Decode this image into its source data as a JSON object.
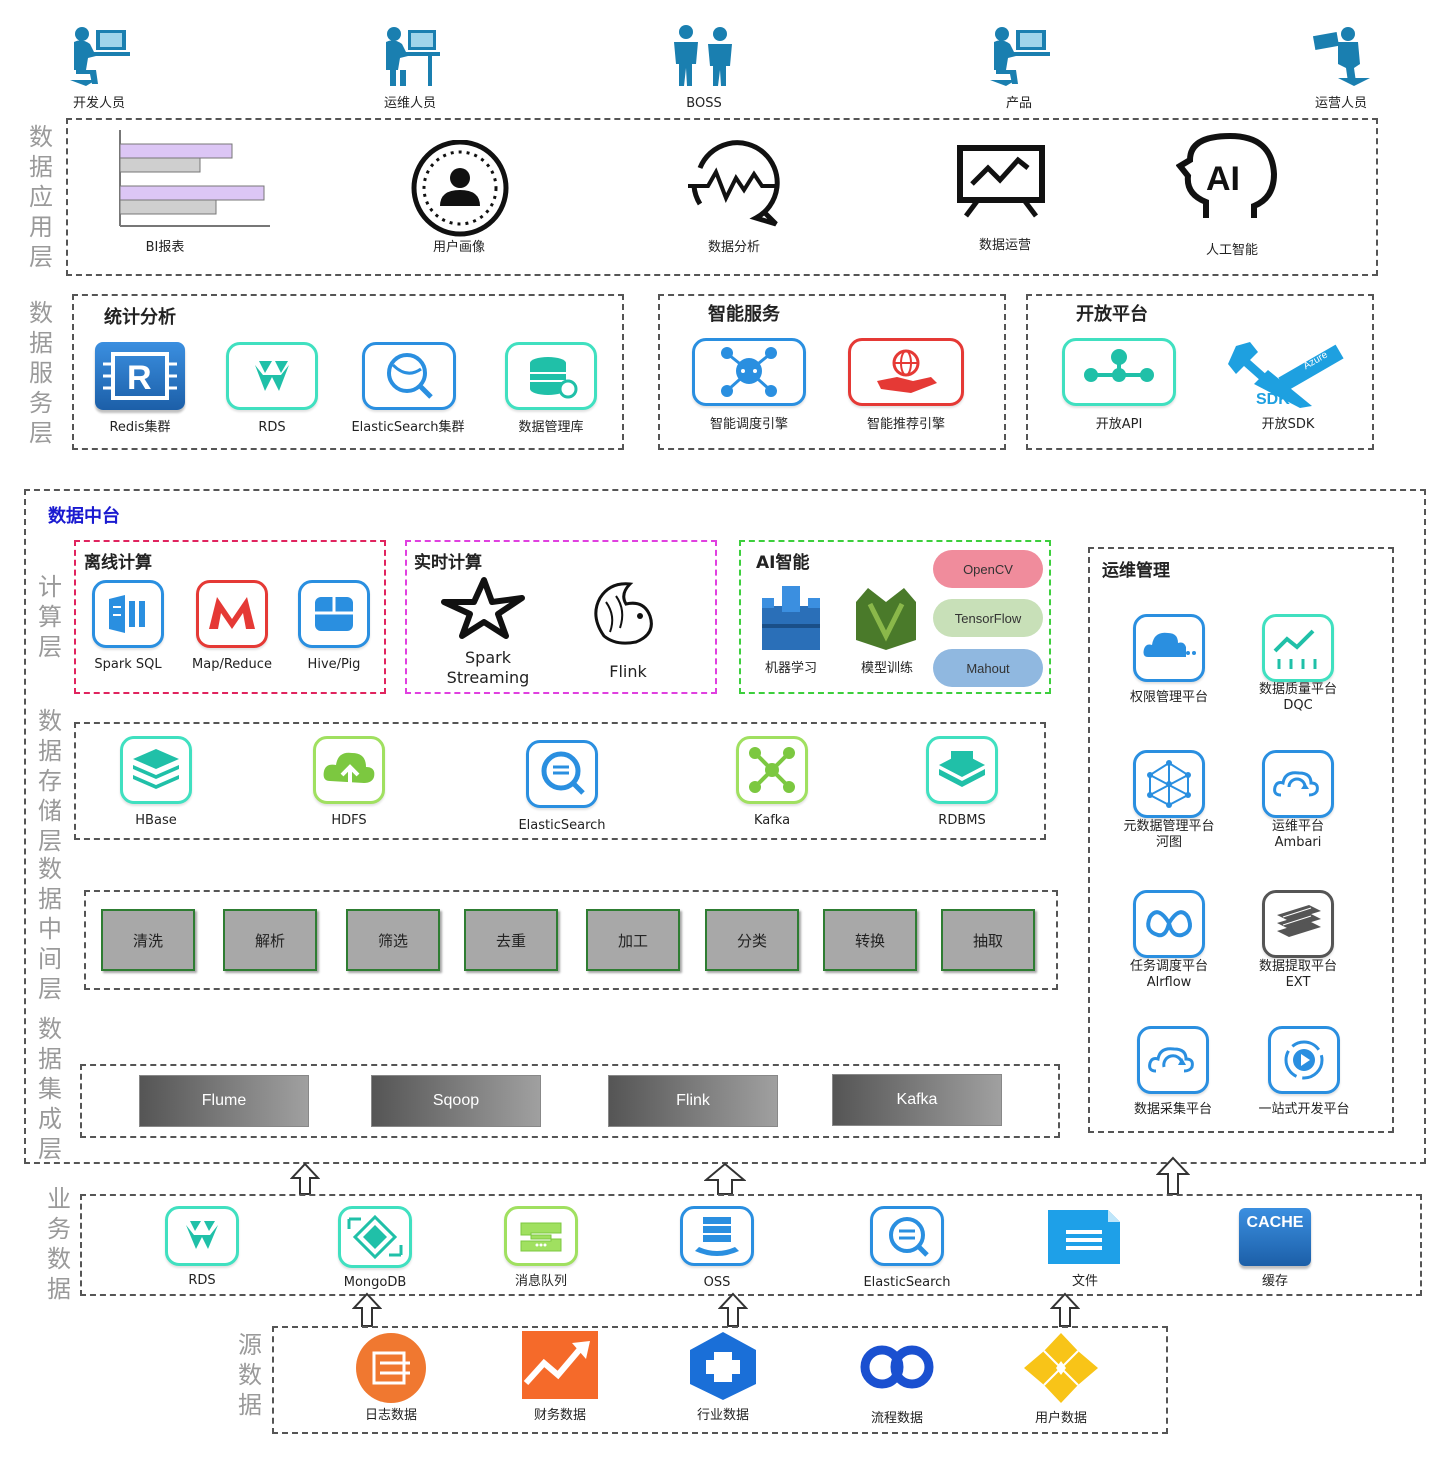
{
  "personas": [
    "开发人员",
    "运维人员",
    "BOSS",
    "产品",
    "运营人员"
  ],
  "layers": {
    "app": "数据应用层",
    "service": "数据服务层",
    "compute": "计算层",
    "storage": "数据存储层",
    "middle": "数据中间层",
    "integration": "数据集成层",
    "business": "业务数据",
    "source": "源数据"
  },
  "app_items": [
    "BI报表",
    "用户画像",
    "数据分析",
    "数据运营",
    "人工智能"
  ],
  "service": {
    "stats": {
      "title": "统计分析",
      "items": [
        "Redis集群",
        "RDS",
        "ElasticSearch集群",
        "数据管理库"
      ]
    },
    "smart": {
      "title": "智能服务",
      "items": [
        "智能调度引擎",
        "智能推荐引擎"
      ]
    },
    "open": {
      "title": "开放平台",
      "items": [
        "开放API",
        "开放SDK"
      ]
    }
  },
  "platform_title": "数据中台",
  "compute": {
    "offline": {
      "title": "离线计算",
      "items": [
        "Spark SQL",
        "Map/Reduce",
        "Hive/Pig"
      ]
    },
    "realtime": {
      "title": "实时计算",
      "items": [
        "Spark\nStreaming",
        "Flink"
      ]
    },
    "ai": {
      "title": "AI智能",
      "items": [
        "机器学习",
        "模型训练"
      ],
      "pills": [
        "OpenCV",
        "TensorFlow",
        "Mahout"
      ]
    }
  },
  "storage_items": [
    "HBase",
    "HDFS",
    "ElasticSearch",
    "Kafka",
    "RDBMS"
  ],
  "middle_items": [
    "清洗",
    "解析",
    "筛选",
    "去重",
    "加工",
    "分类",
    "转换",
    "抽取"
  ],
  "integration_items": [
    "Flume",
    "Sqoop",
    "Flink",
    "Kafka"
  ],
  "ops": {
    "title": "运维管理",
    "items": [
      {
        "name": "权限管理平台",
        "sub": ""
      },
      {
        "name": "数据质量平台",
        "sub": "DQC"
      },
      {
        "name": "元数据管理平台",
        "sub": "河图"
      },
      {
        "name": "运维平台",
        "sub": "Ambari"
      },
      {
        "name": "任务调度平台",
        "sub": "Alrflow"
      },
      {
        "name": "数据提取平台",
        "sub": "EXT"
      },
      {
        "name": "数据采集平台",
        "sub": ""
      },
      {
        "name": "一站式开发平台",
        "sub": ""
      }
    ]
  },
  "business_items": [
    "RDS",
    "MongoDB",
    "消息队列",
    "OSS",
    "ElasticSearch",
    "文件",
    "缓存"
  ],
  "cache_text": "CACHE",
  "sdk_text": "SDK",
  "azure_text": "Azure",
  "source_items": [
    "日志数据",
    "财务数据",
    "行业数据",
    "流程数据",
    "用户数据"
  ],
  "colors": {
    "teal": "#40e0c0",
    "blue": "#2a8fe0",
    "red": "#e53935",
    "title_blue": "#1a1ad0",
    "opencv": "#f08c9c",
    "tensorflow": "#c8e0b8",
    "mahout": "#90b8e0"
  }
}
